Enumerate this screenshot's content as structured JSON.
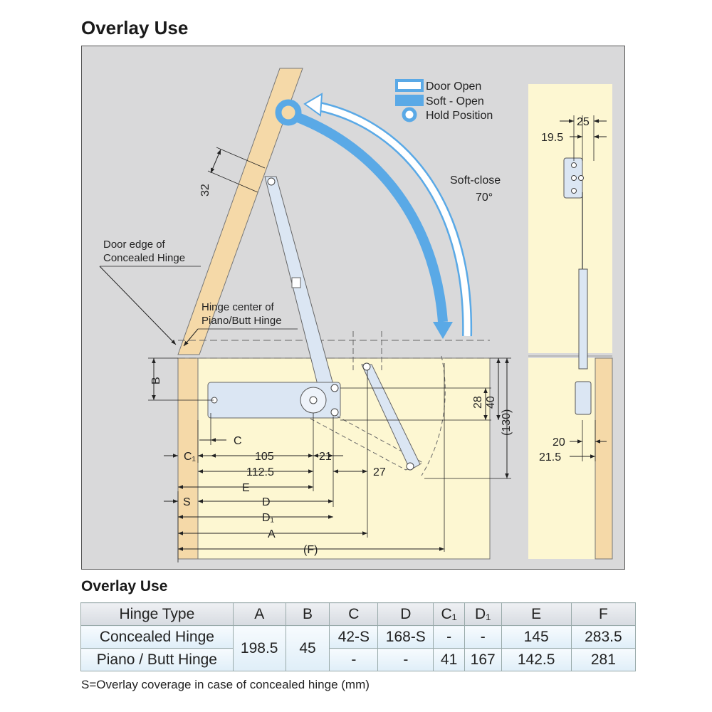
{
  "title": "Overlay Use",
  "legend": {
    "door_open": "Door Open",
    "soft_open": "Soft - Open",
    "hold_position": "Hold Position"
  },
  "annotations": {
    "soft_close": "Soft-close",
    "angle": "70°",
    "door_edge_line1": "Door edge of",
    "door_edge_line2": "Concealed Hinge",
    "hinge_center_line1": "Hinge center of",
    "hinge_center_line2": "Piano/Butt Hinge"
  },
  "dimensions": {
    "d32": "32",
    "b": "B",
    "c": "C",
    "c1": "C₁",
    "d105": "105",
    "d21": "21",
    "d112_5": "112.5",
    "d27": "27",
    "e": "E",
    "s": "S",
    "d": "D",
    "d1": "D₁",
    "a": "A",
    "f": "(F)",
    "d28": "28",
    "d40": "40",
    "d130": "(130)",
    "d25": "25",
    "d19_5": "19.5",
    "d20": "20",
    "d21_5": "21.5"
  },
  "table": {
    "title": "Overlay Use",
    "headers": [
      "Hinge Type",
      "A",
      "B",
      "C",
      "D",
      "C₁",
      "D₁",
      "E",
      "F"
    ],
    "row1": {
      "type": "Concealed Hinge",
      "a": "198.5",
      "b": "45",
      "c": "42-S",
      "d": "168-S",
      "c1": "-",
      "d1": "-",
      "e": "145",
      "f": "283.5"
    },
    "row2": {
      "type": "Piano / Butt Hinge",
      "c": "-",
      "d": "-",
      "c1": "41",
      "d1": "167",
      "e": "142.5",
      "f": "281"
    }
  },
  "note": "S=Overlay coverage in case of concealed hinge (mm)",
  "colors": {
    "panel_bg": "#d9d9da",
    "cabinet": "#fdf7d2",
    "wood": "#f5d9a8",
    "arrow_blue": "#5aa9e6",
    "stay_metal": "#dbe6f3"
  }
}
